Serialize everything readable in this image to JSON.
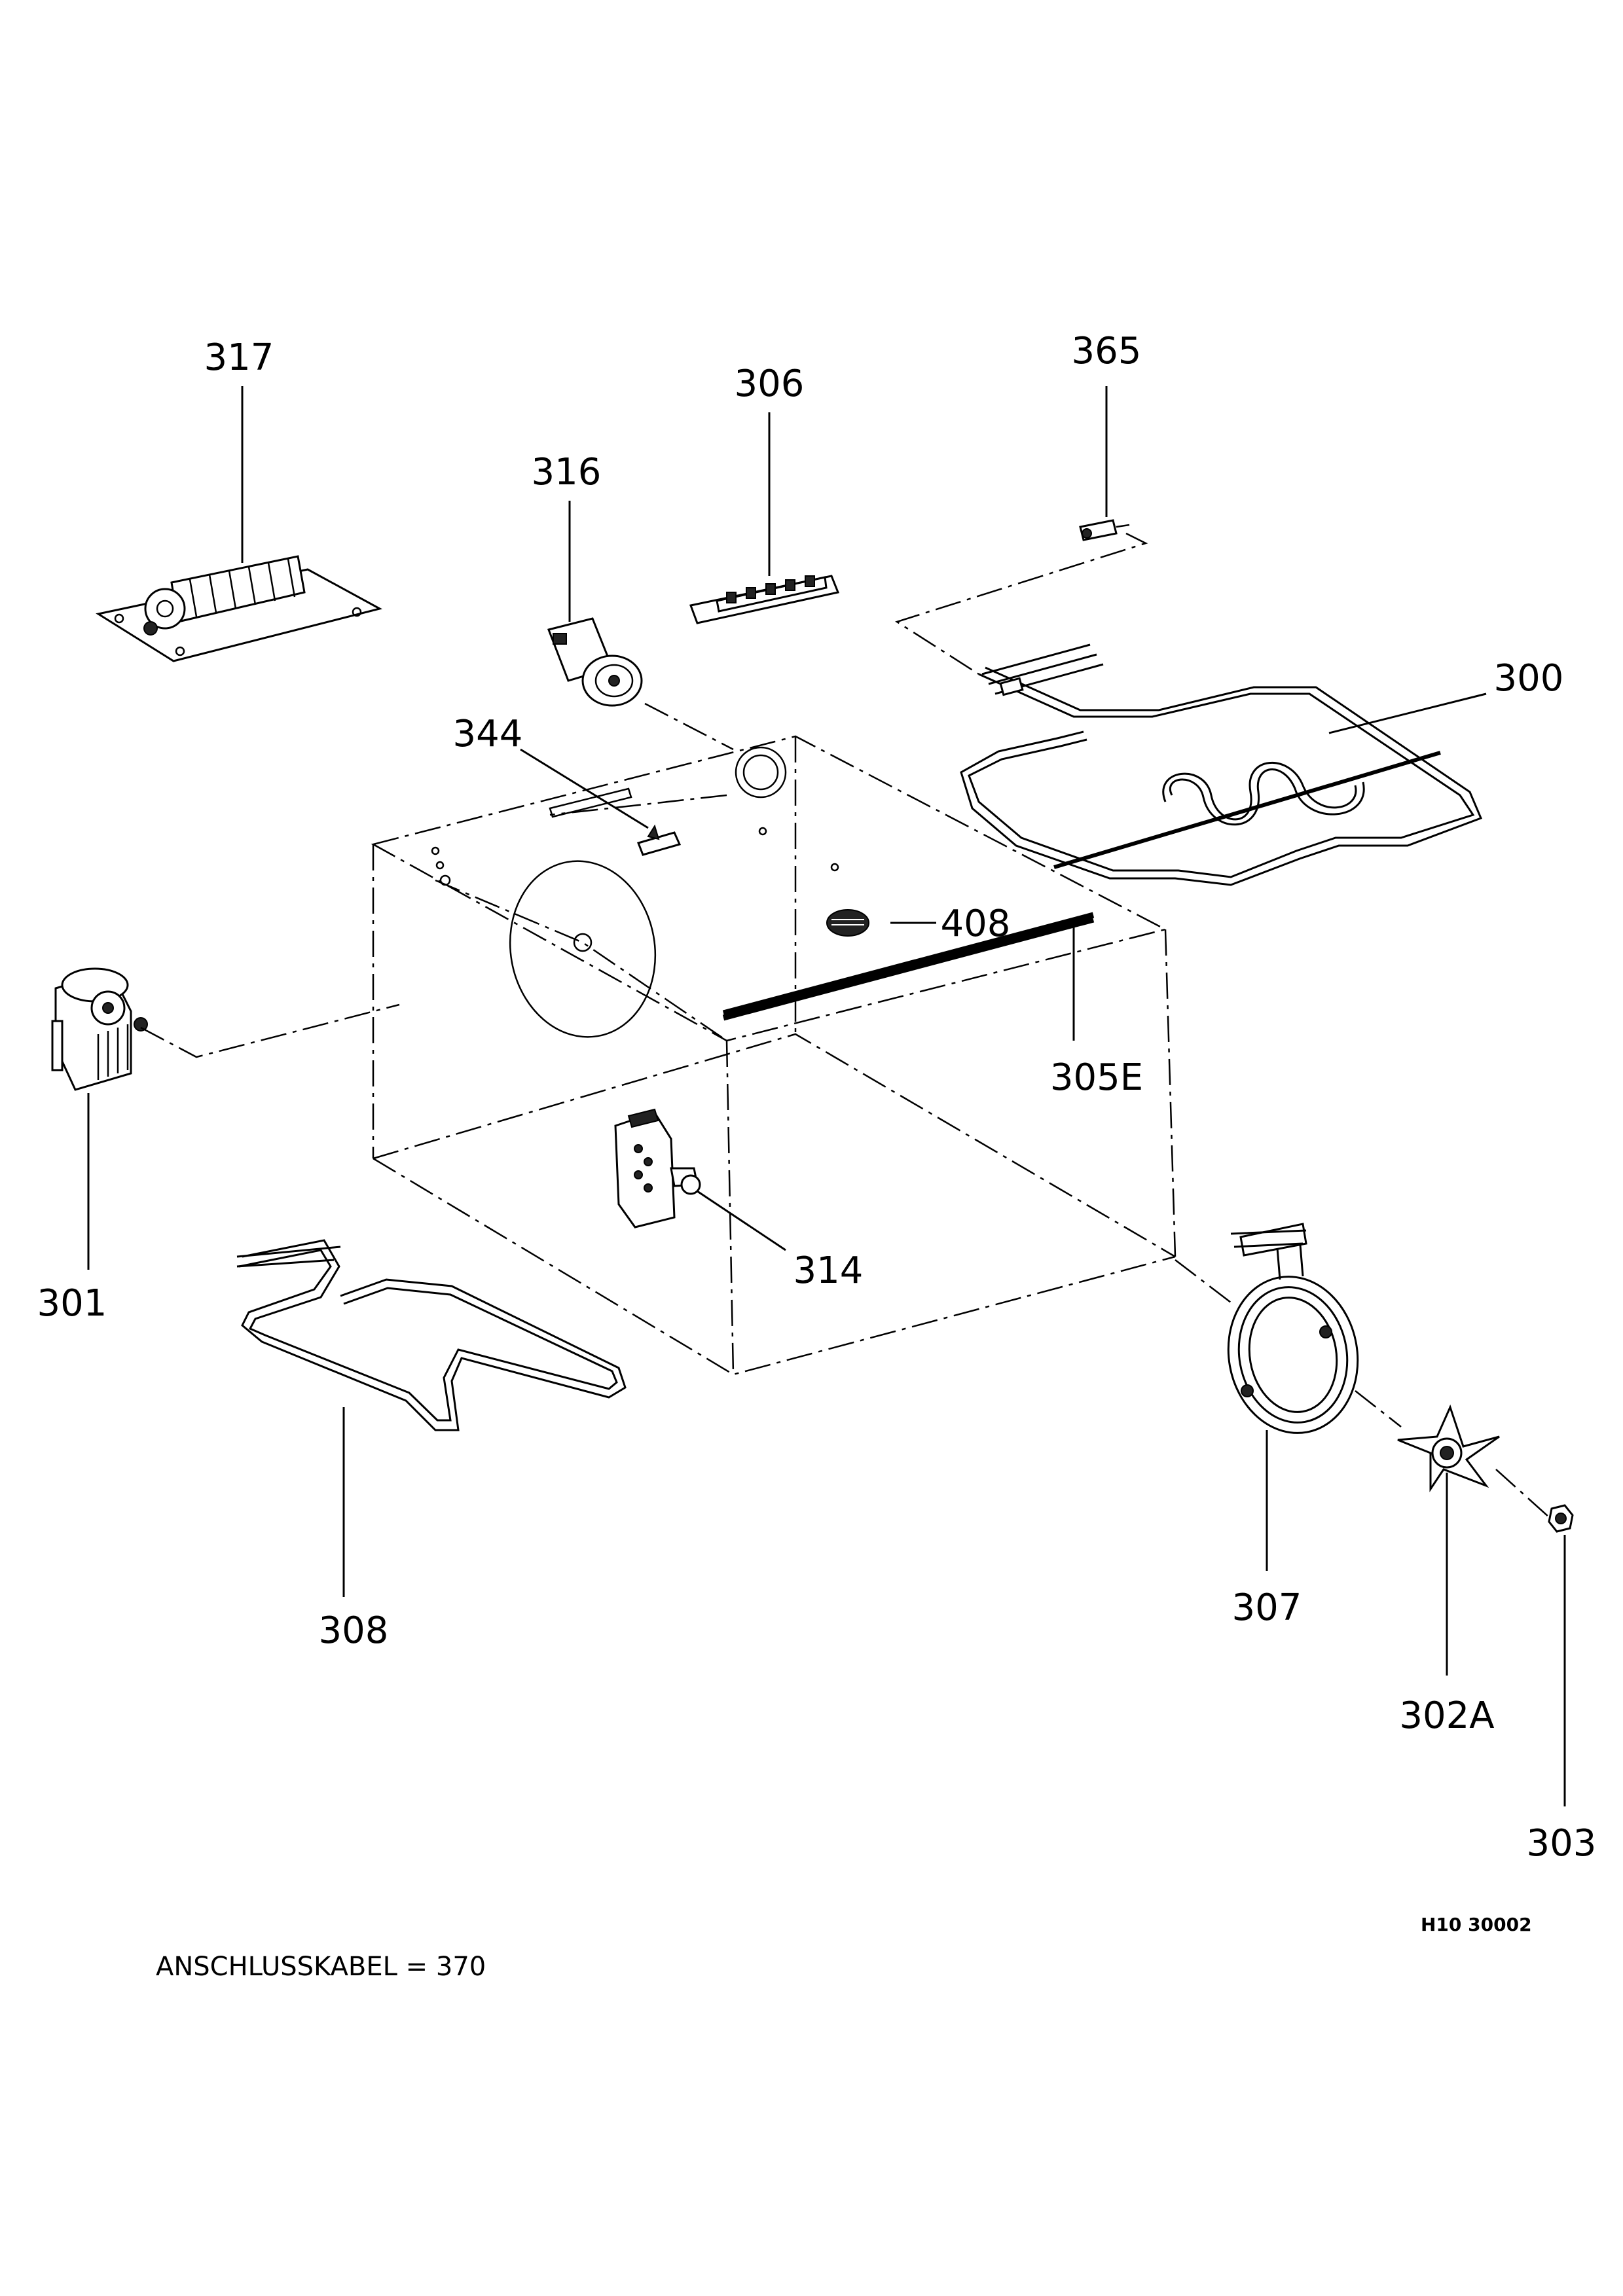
{
  "parts": {
    "p300": "300",
    "p301": "301",
    "p302a": "302A",
    "p303": "303",
    "p305e": "305E",
    "p306": "306",
    "p307": "307",
    "p308": "308",
    "p314": "314",
    "p316": "316",
    "p317": "317",
    "p344": "344",
    "p365": "365",
    "p408": "408"
  },
  "footer": {
    "drawing_code": "H10 30002",
    "cable_note": "ANSCHLUSSKABEL = 370"
  }
}
